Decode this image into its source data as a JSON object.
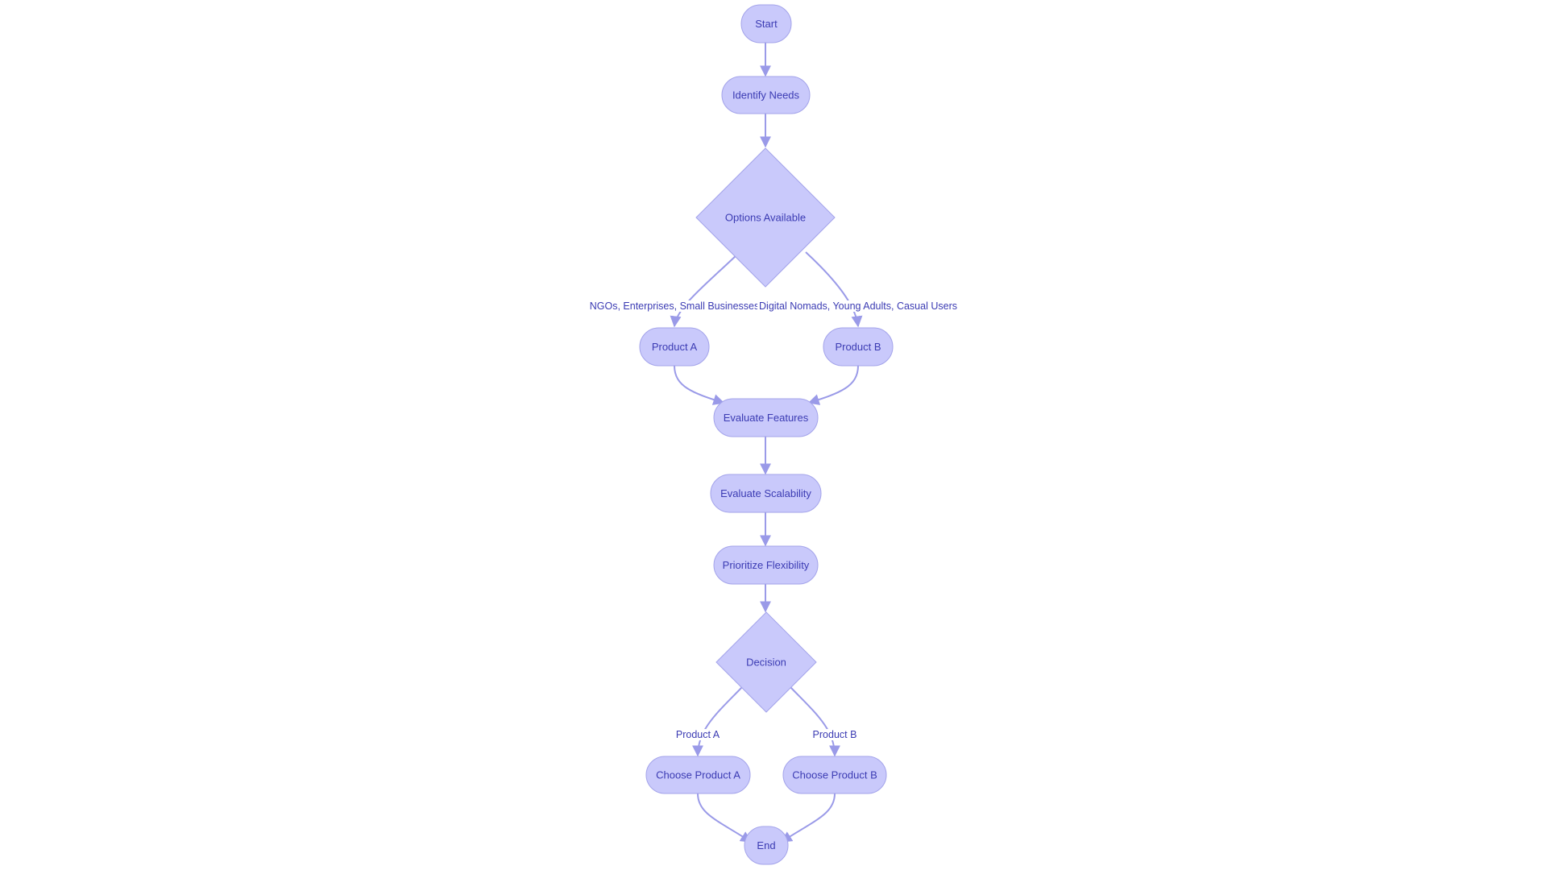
{
  "diagram": {
    "colors": {
      "node_fill": "#c9c9fb",
      "node_stroke": "#a3a3ea",
      "text": "#3b3bb3",
      "edge": "#9a9ae8"
    },
    "nodes": {
      "start": "Start",
      "identify": "Identify Needs",
      "options": "Options Available",
      "productA": "Product A",
      "productB": "Product B",
      "features": "Evaluate Features",
      "scalability": "Evaluate Scalability",
      "flexibility": "Prioritize Flexibility",
      "decision": "Decision",
      "chooseA": "Choose Product A",
      "chooseB": "Choose Product B",
      "end": "End"
    },
    "edge_labels": {
      "options_to_a": "NGOs, Enterprises, Small Businesses",
      "options_to_b": "Digital Nomads, Young Adults, Casual Users",
      "decision_to_a": "Product A",
      "decision_to_b": "Product B"
    }
  }
}
